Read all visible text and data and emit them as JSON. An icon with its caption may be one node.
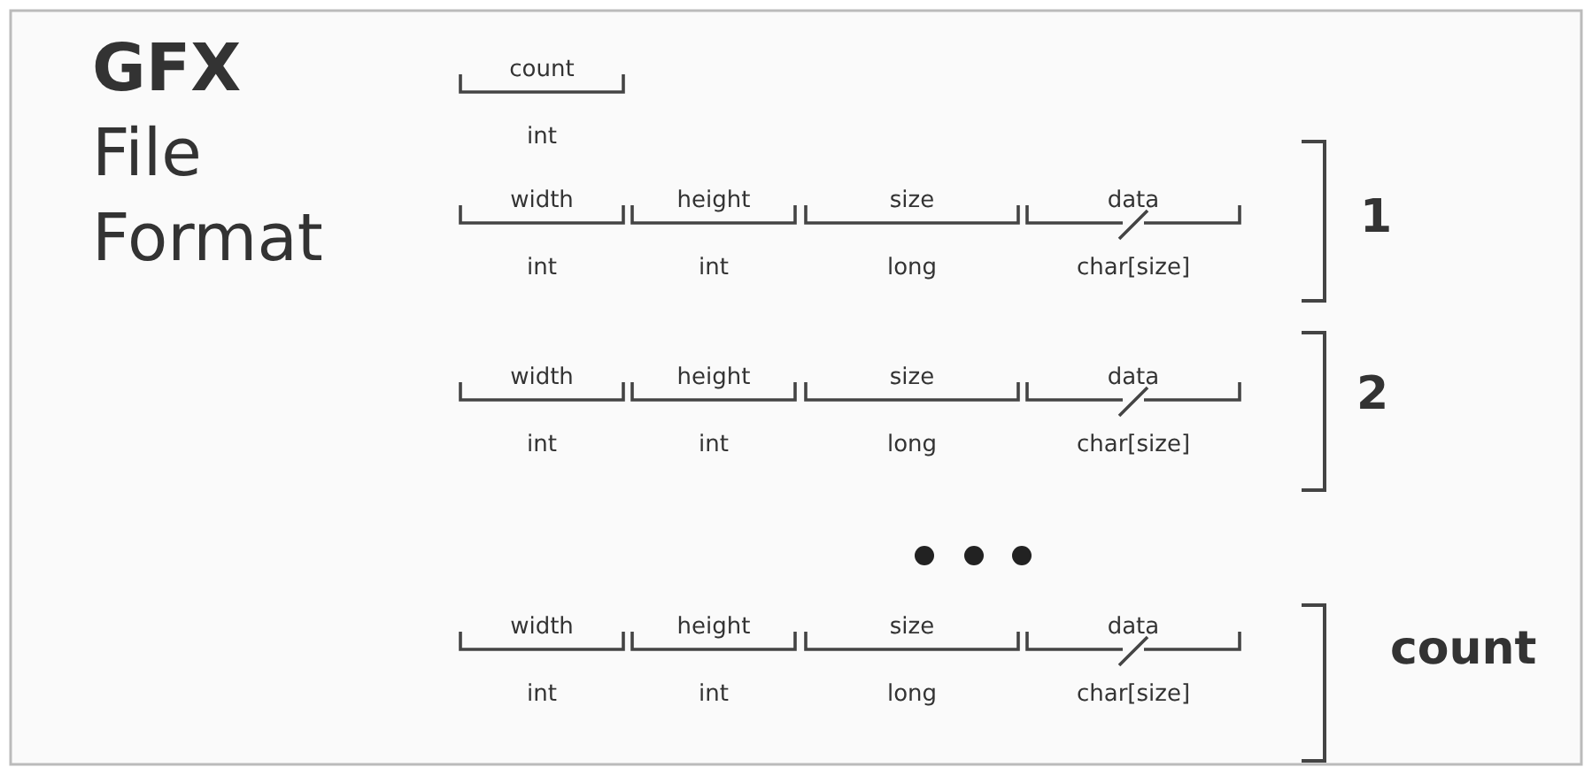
{
  "diagram": {
    "title": "**GFX** File Format",
    "nodes": [
      {
        "text": [
          "count",
          "int"
        ]
      },
      {
        "text": [
          "width",
          "int"
        ]
      },
      {
        "text": [
          "height",
          "int"
        ]
      },
      {
        "text": [
          "size",
          "long"
        ]
      },
      {
        "text": [
          "data",
          "char[size]"
        ]
      },
      {
        "text": [
          "width",
          "int"
        ]
      },
      {
        "text": [
          "height",
          "int"
        ]
      },
      {
        "text": [
          "size",
          "long"
        ]
      },
      {
        "text": [
          "data",
          "char[size]"
        ]
      },
      {
        "text": [
          "width",
          "int"
        ]
      },
      {
        "text": [
          "height",
          "int"
        ]
      },
      {
        "text": [
          "size",
          "long"
        ]
      },
      {
        "text": [
          "data",
          "char[size]"
        ]
      }
    ],
    "labels": [
      "1",
      "2",
      "count"
    ]
  }
}
